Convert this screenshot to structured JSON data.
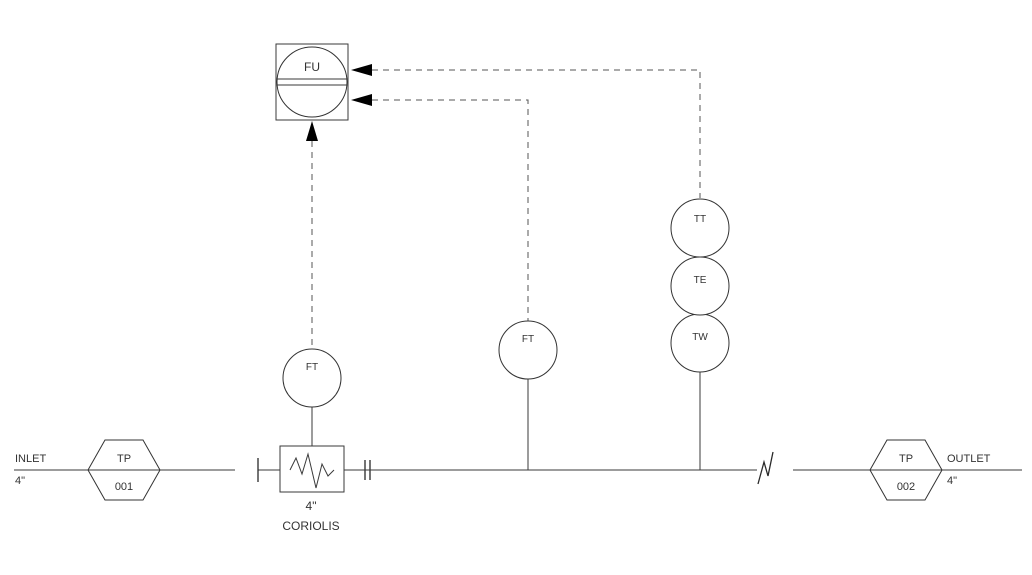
{
  "flow_unit": {
    "tag": "FU"
  },
  "inlet": {
    "label": "INLET",
    "size": "4\""
  },
  "outlet": {
    "label": "OUTLET",
    "size": "4\""
  },
  "test_point_inlet": {
    "top": "TP",
    "bottom": "001"
  },
  "test_point_outlet": {
    "top": "TP",
    "bottom": "002"
  },
  "coriolis_meter": {
    "size": "4\"",
    "label": "CORIOLIS"
  },
  "instruments": {
    "ft_coriolis": "FT",
    "ft_second": "FT",
    "tt": "TT",
    "te": "TE",
    "tw": "TW"
  }
}
